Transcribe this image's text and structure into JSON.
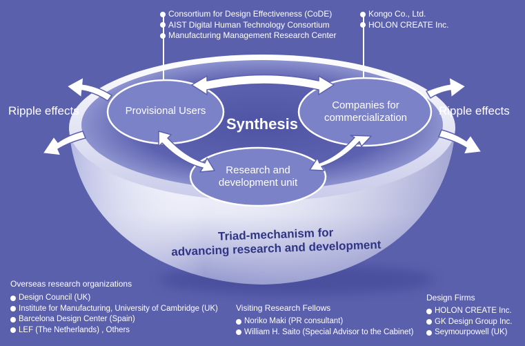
{
  "ripple_left": "Ripple effects",
  "ripple_right": "Ripple effects",
  "synthesis": "Synthesis",
  "nodes": {
    "provisional_users": [
      "Provisional Users"
    ],
    "companies": [
      "Companies for",
      "commercialization"
    ],
    "research_unit": [
      "Research and",
      "development unit"
    ]
  },
  "bowl_label": [
    "Triad-mechanism for",
    "advancing research and development"
  ],
  "top_left_list": [
    "Consortium for Design Effectiveness (CoDE)",
    "AIST Digital Human Technology Consortium",
    "Manufacturing Management Research Center"
  ],
  "top_right_list": [
    "Kongo Co., Ltd.",
    "HOLON CREATE Inc."
  ],
  "overseas": {
    "heading": "Overseas research organizations",
    "items": [
      "Design Council (UK)",
      "Institute for Manufacturing, University of Cambridge (UK)",
      "Barcelona Design Center (Spain)",
      "LEF (The Netherlands) , Others"
    ]
  },
  "fellows": {
    "heading": "Visiting Research Fellows",
    "items": [
      "Noriko Maki (PR consultant)",
      "William H. Saito (Special Advisor to the Cabinet)"
    ]
  },
  "design_firms": {
    "heading": "Design Firms",
    "items": [
      "HOLON CREATE Inc.",
      "GK Design Group Inc.",
      "Seymourpowell (UK)"
    ]
  },
  "colors": {
    "background": "#5b60ad",
    "node_fill": "#7b82c8",
    "bowl_text": "#2f3484"
  }
}
